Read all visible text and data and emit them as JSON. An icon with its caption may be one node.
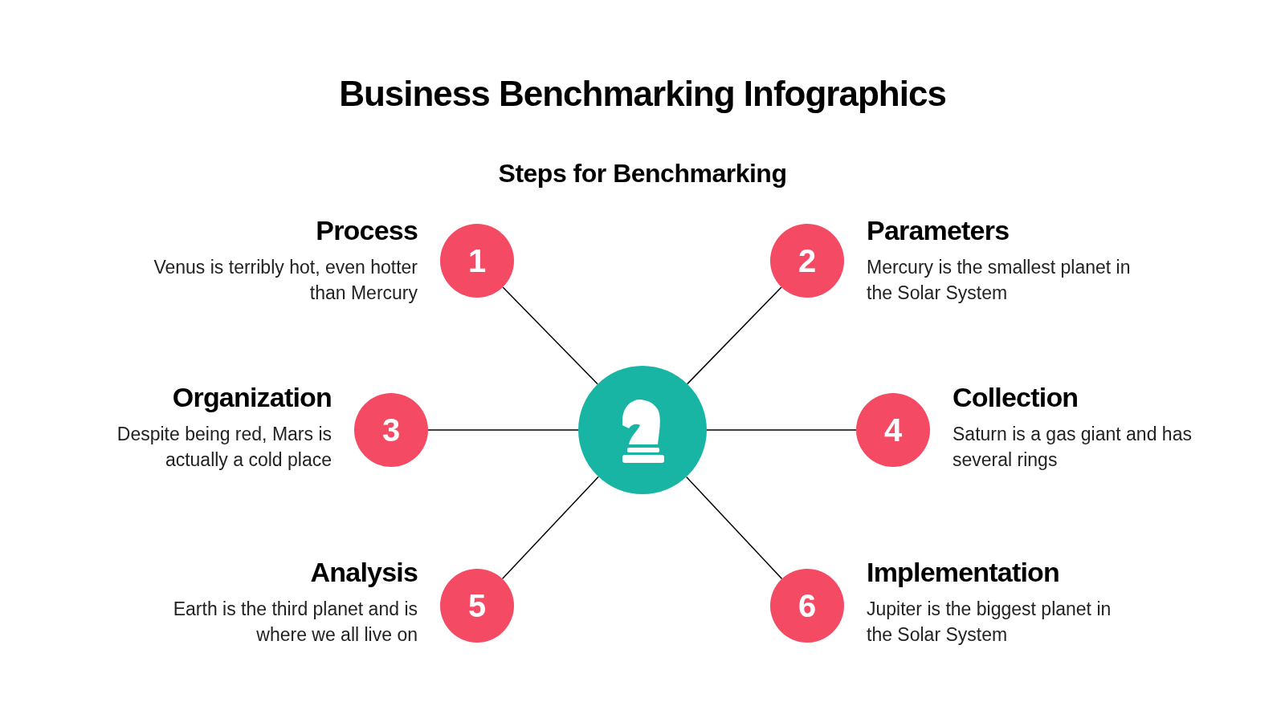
{
  "diagram": {
    "title": "Business Benchmarking Infographics",
    "nodes": [
      {
        "text": [],
        "shape": "circle"
      },
      {
        "text": [
          "1"
        ],
        "beside": [
          "Process",
          "Venus is terribly hot, even hotter than Mercury"
        ]
      },
      {
        "text": [
          "2"
        ],
        "beside": [
          "Parameters",
          "Mercury is the smallest planet in the Solar System"
        ]
      },
      {
        "text": [
          "3"
        ],
        "beside": [
          "Organization",
          "Despite being red, Mars is actually a cold place"
        ]
      },
      {
        "text": [
          "4"
        ],
        "beside": [
          "Collection",
          "Saturn is a gas giant and has several rings"
        ]
      },
      {
        "text": [
          "5"
        ],
        "beside": [
          "Analysis",
          "Earth is the third planet and is where we all live on"
        ]
      },
      {
        "text": [
          "6"
        ],
        "beside": [
          "Implementation",
          "Jupiter is the biggest planet in the Solar System"
        ]
      }
    ],
    "edges": [
      {
        "from": 0,
        "to": 1,
        "arrow": "none"
      },
      {
        "from": 0,
        "to": 2,
        "arrow": "none"
      },
      {
        "from": 0,
        "to": 3,
        "arrow": "none"
      },
      {
        "from": 0,
        "to": 4,
        "arrow": "none"
      },
      {
        "from": 0,
        "to": 5,
        "arrow": "none"
      },
      {
        "from": 0,
        "to": 6,
        "arrow": "none"
      }
    ],
    "labels": [
      "Steps for Benchmarking"
    ]
  }
}
